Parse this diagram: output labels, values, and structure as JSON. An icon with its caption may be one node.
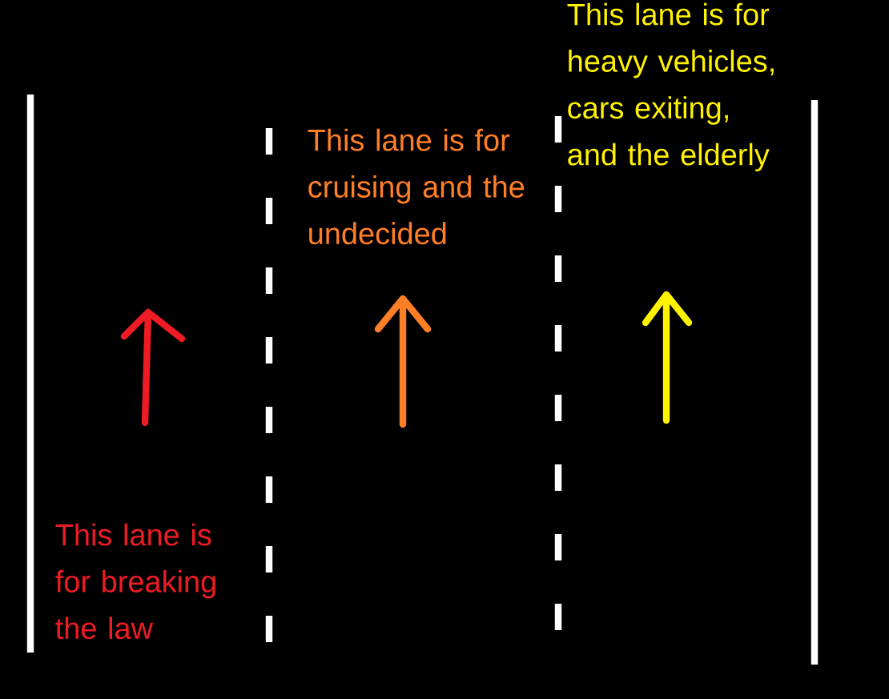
{
  "diagram": {
    "labels": [
      "This lane is for cruising and the undecided",
      "This lane is for heavy vehicles, cars exiting, and the elderly",
      "This lane is for breaking the law"
    ]
  }
}
